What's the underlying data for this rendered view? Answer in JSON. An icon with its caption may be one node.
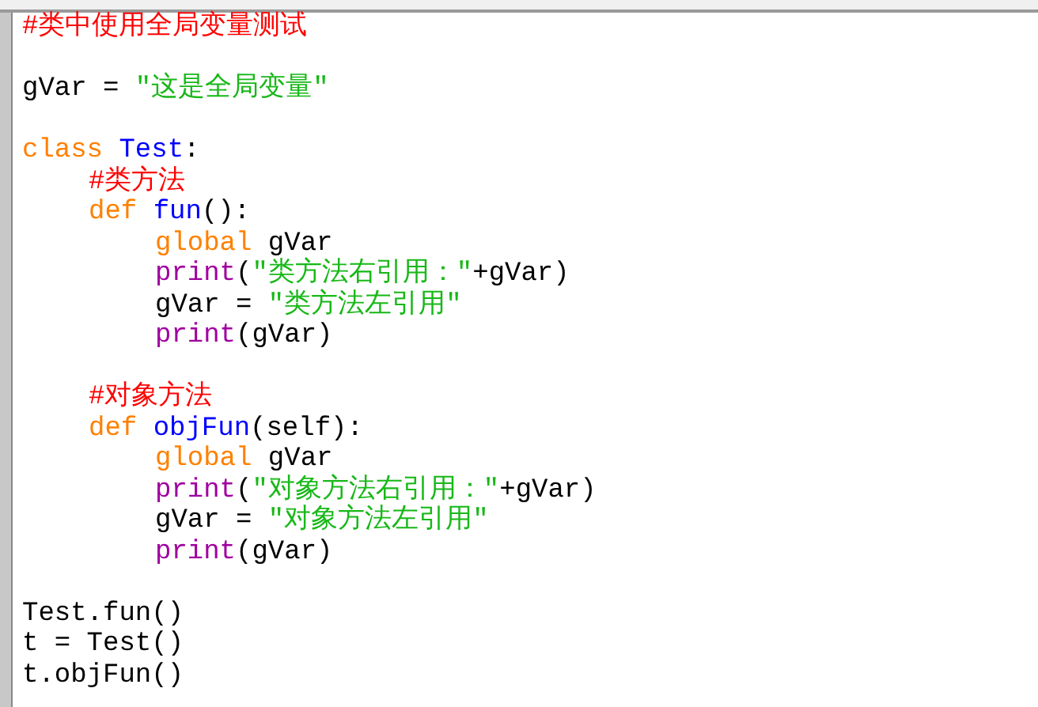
{
  "diagram": {
    "labels": [
      "#类中使用全局变量测试",
      "gVar = \"这是全局变量\"",
      "class Test:",
      "#类方法",
      "def fun():",
      "global gVar",
      "print(\"类方法右引用：\"+gVar)",
      "gVar = \"类方法左引用\"",
      "print(gVar)",
      "#对象方法",
      "def objFun(self):",
      "global gVar",
      "print(\"对象方法右引用：\"+gVar)",
      "gVar = \"对象方法左引用\"",
      "print(gVar)",
      "Test.fun()",
      "t = Test()",
      "t.objFun()"
    ]
  }
}
